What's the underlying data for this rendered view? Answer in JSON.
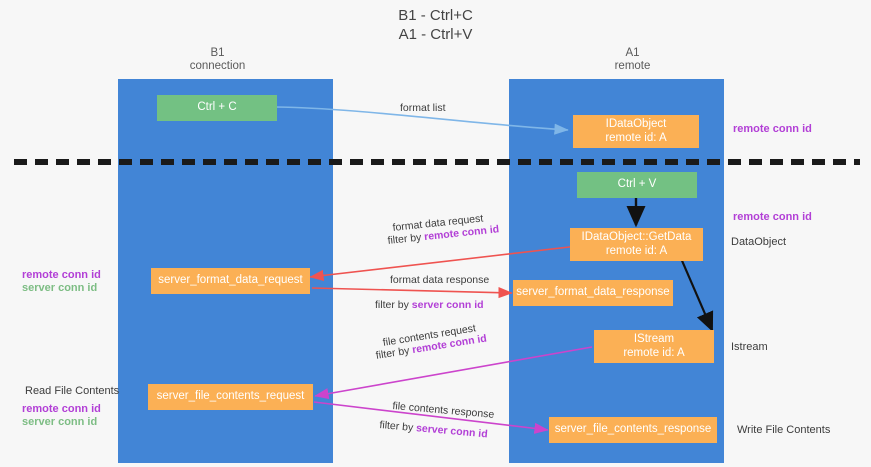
{
  "title": {
    "line1": "B1 - Ctrl+C",
    "line2": "A1 - Ctrl+V"
  },
  "lanes": [
    {
      "name": "B1",
      "role": "connection"
    },
    {
      "name": "A1",
      "role": "remote"
    }
  ],
  "colors": {
    "lane": "#4285d6",
    "green_node": "#73c183",
    "orange_node": "#fbb055",
    "purple_text": "#b23fd6",
    "green_text": "#7dbd84",
    "blue_arrow": "#7fb6e8",
    "red_arrow": "#ef5350",
    "magenta_arrow": "#cc44cc",
    "black_arrow": "#111111",
    "divider": "#1a1a1a",
    "page_background": "#f7f7f7"
  },
  "nodes": {
    "ctrl_c": {
      "line1": "Ctrl + C"
    },
    "data_object_remote": {
      "line1": "IDataObject",
      "line2": "remote id: A"
    },
    "ctrl_v": {
      "line1": "Ctrl + V"
    },
    "get_data": {
      "line1": "IDataObject::GetData",
      "line2": "remote id: A"
    },
    "server_format_data_request": {
      "line1": "server_format_data_request"
    },
    "server_format_data_response": {
      "line1": "server_format_data_response"
    },
    "istream": {
      "line1": "IStream",
      "line2": "remote id: A"
    },
    "server_file_contents_request": {
      "line1": "server_file_contents_request"
    },
    "server_file_contents_response": {
      "line1": "server_file_contents_response"
    }
  },
  "edge_labels": {
    "format_list": "format list",
    "format_data_request": "format data request",
    "format_data_request_filter_prefix": "filter by ",
    "format_data_request_filter_key": "remote conn id",
    "format_data_response": "format data response",
    "format_data_response_filter_prefix": "filter by ",
    "format_data_response_filter_key": "server conn id",
    "file_contents_request": "file contents request",
    "file_contents_request_filter_prefix": "filter by ",
    "file_contents_request_filter_key": "remote conn id",
    "file_contents_response": "file contents response",
    "file_contents_response_filter_prefix": "filter by ",
    "file_contents_response_filter_key": "server conn id"
  },
  "annotations": {
    "right_remote_conn_id_top": "remote conn id",
    "right_remote_conn_id_mid": "remote conn id",
    "data_object_label": "DataObject",
    "istream_label": "Istream",
    "write_file_contents_label": "Write File Contents",
    "left_remote_conn_id_mid": "remote conn id",
    "left_server_conn_id_mid": "server conn id",
    "read_file_contents_label": "Read File Contents",
    "left_remote_conn_id_bottom": "remote conn id",
    "left_server_conn_id_bottom": "server conn id"
  }
}
